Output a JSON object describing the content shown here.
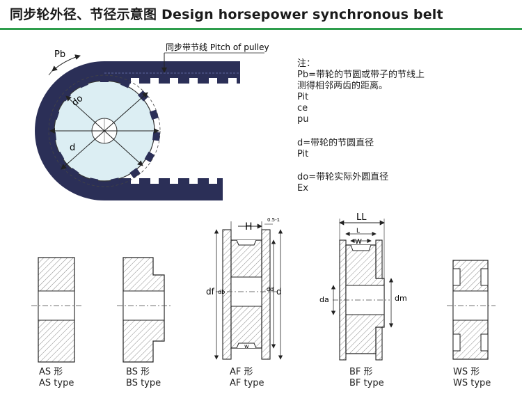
{
  "header": {
    "title": "同步轮外径、节径示意图 Design horsepower synchronous belt",
    "accent_color": "#2e9d4c"
  },
  "belt_diagram": {
    "pitch_callout": "同步带节线 Pitch of pulley",
    "label_pb": "Pb",
    "label_do": "do",
    "label_d": "d",
    "belt_color": "#2b2f57",
    "pulley_fill": "#dceef3"
  },
  "notes": {
    "heading": "注：",
    "pb_line1": "Pb=带轮的节圆或带子的节线上",
    "pb_line2": "测得相邻两齿的距离。",
    "pb_en1": "Pit",
    "pb_en2": "ce",
    "pb_en3": "pu",
    "d_line": "d=带轮的节圆直径",
    "d_en": "Pit",
    "do_line": "do=带轮实际外圆直径",
    "do_en": "Ex"
  },
  "dimension_labels": {
    "H": "H",
    "gap": "0.5-1",
    "df": "df",
    "db": "db",
    "dd": "dd",
    "d": "d",
    "w_small": "w",
    "LL": "LL",
    "L": "L",
    "W": "W",
    "da": "da",
    "dm": "dm"
  },
  "types": [
    {
      "cn": "AS 形",
      "en": "AS type"
    },
    {
      "cn": "BS 形",
      "en": "BS type"
    },
    {
      "cn": "AF 形",
      "en": "AF type"
    },
    {
      "cn": "BF 形",
      "en": "BF type"
    },
    {
      "cn": "WS 形",
      "en": "WS type"
    }
  ]
}
